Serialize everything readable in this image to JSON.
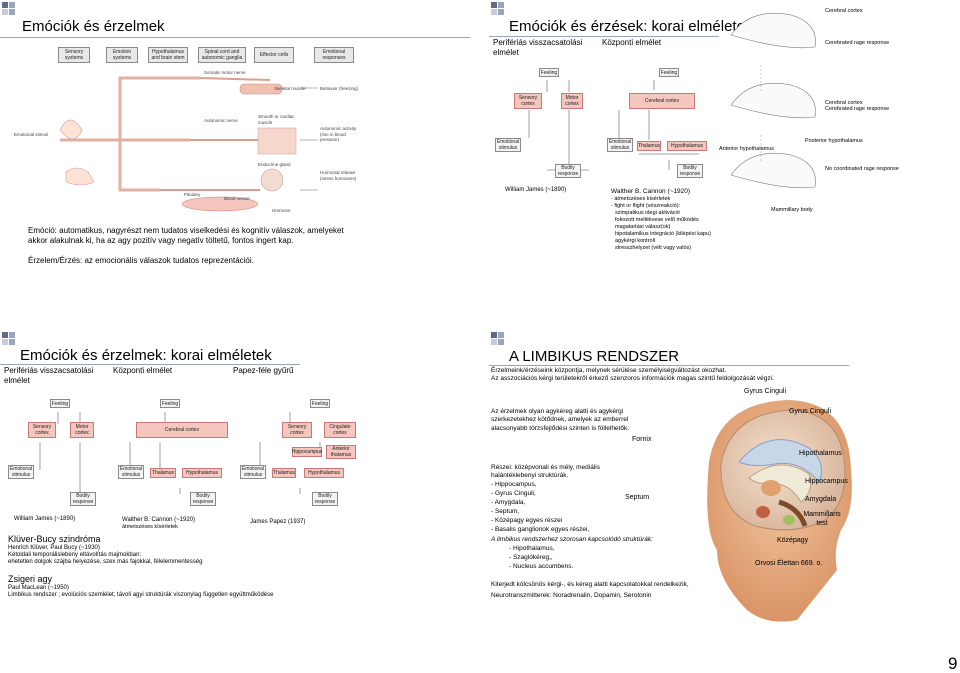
{
  "page_number": "9",
  "slide1": {
    "title": "Emóciók és érzelmek",
    "diagram": {
      "headers": [
        "Sensory systems",
        "Emotion systems",
        "Hypothalamus and brain stem",
        "Spinal cord and autonomic ganglia",
        "Effector cells",
        "Emotional responses"
      ],
      "emotional_stimuli": "Emotional stimuli",
      "somatic_motor_nerve": "Somatic motor nerve",
      "skeletal_muscle": "Skeletal muscle",
      "behavior": "Behavior (freezing)",
      "autonomic_nerve": "Autonomic nerve",
      "smooth_muscle": "Smooth or cardiac muscle",
      "autonomic_activity": "Autonomic activity (rise in blood pressure)",
      "endocrine_gland": "Endocrine gland",
      "pituitary": "Pituitary",
      "blood_vessel": "Blood vessel",
      "hormone": "Hormone",
      "hormonal_release": "Hormonal release (stress hormones)"
    },
    "para1": "Emóció: automatikus, nagyrészt nem tudatos viselkedési és kognitív válaszok, amelyeket akkor alakulnak ki, ha az agy pozitív vagy negatív töltetű, fontos ingert kap.",
    "para2": "Érzelem/Érzés: az emocionális válaszok tudatos reprezentációi."
  },
  "slide2": {
    "title": "Emóciók és érzések: korai elméletek",
    "sub_left": "Perifériás visszacsatolási elmélet",
    "sub_right": "Központi elmélet",
    "d": {
      "feeling": "Feeling",
      "sensory_cortex": "Sensory cortex",
      "motor_cortex": "Motor cortex",
      "cerebral_cortex": "Cerebral cortex",
      "emotional_stimulus": "Emotional stimulus",
      "bodily_response": "Bodily response",
      "thalamus": "Thalamus",
      "hypothalamus": "Hypothalamus"
    },
    "right_labels": [
      "Cerebral cortex",
      "Cerebrated rage response",
      "Cerebral cortex",
      "Cerebrated rage response",
      "Anterior hypothalamus",
      "Posterior hypothalamus",
      "No coordinated rage response",
      "Mammillary body"
    ],
    "wj": "William James (~1890)",
    "wc": "Walther B. Cannon (~1920)",
    "cannon_lines": [
      "- átmetszéses kísérletek",
      "- fight or flight (vészreakció):",
      "  szimpatikus idegi aktiváció",
      "  fokozott mellékvese velő működés",
      "  magatartási válasz(ok)",
      "  hipotalamikus integráció (kilépési kapu)",
      "  agykérgi kontroll",
      "  stresszhelyzet (vélt vagy valós)"
    ]
  },
  "slide3": {
    "title": "Emóciók és érzelmek: korai elméletek",
    "sub1": "Perifériás visszacsatolási elmélet",
    "sub2": "Központi elmélet",
    "sub3": "Papez-féle gyűrű",
    "d": {
      "feeling": "Feeling",
      "sensory_cortex": "Sensory cortex",
      "motor_cortex": "Motor cortex",
      "cerebral_cortex": "Cerebral cortex",
      "cingulate_cortex": "Cingulate cortex",
      "hippocampus": "Hippocampus",
      "anterior_thalamus": "Anterior thalamus",
      "emotional_stimulus": "Emotional stimulus",
      "bodily_response": "Bodily response",
      "thalamus": "Thalamus",
      "hypothalamus": "Hypothalamus"
    },
    "wj": "William James (~1890)",
    "wc": "Walther B. Cannon (~1920)",
    "wc_sub": "átmetszéses kísérletek",
    "jp": "James Papez (1937)",
    "kb_title": "Klüver-Bucy szindróma",
    "kb_lines": [
      "Henrich Klüver, Paul Bucy (~1930)",
      "Kétoldali temporálislebeny eltávolítás majmokban:",
      "ehetetlen dolgok szájba helyezése, szex más fajokkal, félelemmentesség"
    ],
    "zs_title": "Zsigeri agy",
    "zs_lines": [
      "Paul MacLean (~1950)",
      "Limbikus rendszer ; evolúciós szemlélet; távoli agyi struktúrák viszonylag független együttműködése"
    ]
  },
  "slide4": {
    "title": "A LIMBIKUS RENDSZER",
    "intro1": "Érzelmeink/érzéseink központja, melynek sérülése személyiségváltozást okozhat.",
    "intro2": "Az asszociációs kérgi területekről érkező szenzoros információk magas szintű feldolgozását végzi.",
    "para1": "Az érzelmek olyan agykéreg alatti és agykérgi szerkezetekhez kötődnek, amelyek az emberrel alacsonyabb törzsfejlődési szinten is föllelhetők.",
    "list1_head": "Részei: középvonali és mély, mediális halántéklebenyi struktúrák.",
    "list1": [
      "- Hippocampus,",
      "- Gyrus Cinguli,",
      "- Amygdala,",
      "- Septum,",
      "- Középagy egyes részei",
      "- Basalis ganglionok egyes részei,"
    ],
    "list2_head": "A limbikus rendszerhez szorosan kapcsolódó struktúrák:",
    "list2": [
      "- Hipothalamus,",
      "- Szaglókéreg,,",
      "- Nucleus accumbens."
    ],
    "foot1": "Kiterjedt kölcsönös kérgi-, és kéreg alatti kapcsolatokkal rendelkezik,",
    "foot2": "Neurotranszmitterek: Noradrenalin, Dopamin, Serotonin",
    "labels": {
      "gyrus_top": "Gyrus Cinguli",
      "gyrus": "Gyrus Cinguli",
      "fornix": "Fornix",
      "hipothalamus": "Hipothalamus",
      "hippocampus": "Hippocampus",
      "septum": "Septum",
      "amygdala": "Amygdala",
      "mammillaris": "Mammillaris test",
      "kozepagy": "Középagy",
      "orvosi": "Orvosi Élettan 669. o."
    }
  },
  "colors": {
    "deco": "#9aa6bf",
    "line": "#9aa3b8",
    "pink": "#f4c6bd"
  }
}
